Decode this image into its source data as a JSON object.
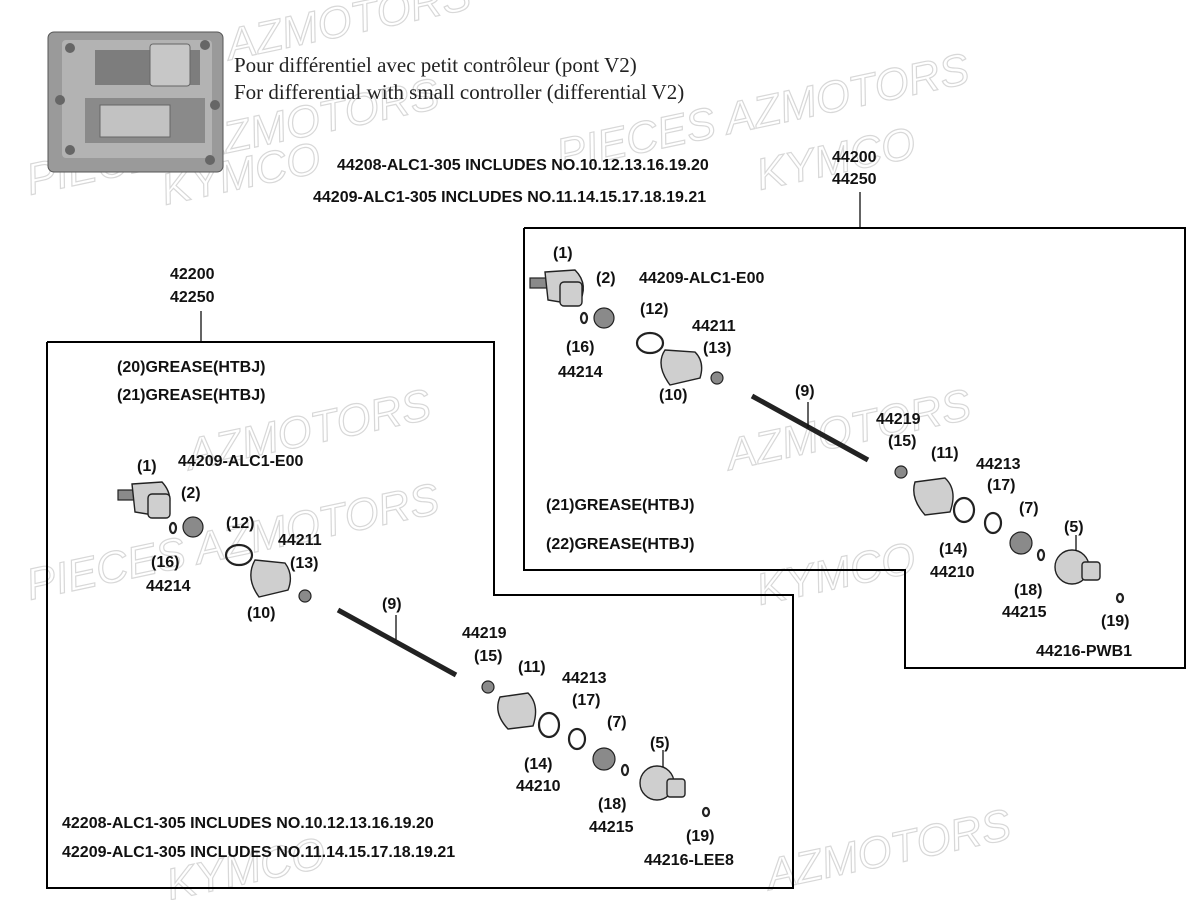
{
  "photo": {
    "caption_fr": "Pour différentiel avec petit contrôleur (pont V2)",
    "caption_en": "For differential with small controller (differential V2)"
  },
  "watermarks": [
    "AZMOTORS",
    "PIECES AZMOTORS",
    "KYMCO",
    "PIECES AZMOTORS",
    "KYMCO",
    "AZMOTORS",
    "PIECES AZMOTORS",
    "KYMCO",
    "AZMOTORS",
    "KYMCO",
    "AZMOTORS"
  ],
  "right_assembly": {
    "includes_1": "44208-ALC1-305 INCLUDES NO.10.12.13.16.19.20",
    "includes_2": "44209-ALC1-305 INCLUDES NO.11.14.15.17.18.19.21",
    "ref_top": "44200",
    "ref_bottom": "44250",
    "grease_1": "(21)GREASE(HTBJ)",
    "grease_2": "(22)GREASE(HTBJ)",
    "labels": {
      "n1": "(1)",
      "n2": "(2)",
      "p44209": "44209-ALC1-E00",
      "n12": "(12)",
      "p44211": "44211",
      "n13": "(13)",
      "n16": "(16)",
      "p44214": "44214",
      "n10": "(10)",
      "n9": "(9)",
      "p44219": "44219",
      "n15": "(15)",
      "n11": "(11)",
      "p44213": "44213",
      "n17": "(17)",
      "n7": "(7)",
      "n5": "(5)",
      "n14": "(14)",
      "p44210": "44210",
      "n18": "(18)",
      "p44215": "44215",
      "n19": "(19)",
      "p44216": "44216-PWB1"
    }
  },
  "left_assembly": {
    "ref_top": "42200",
    "ref_bottom": "42250",
    "grease_1": "(20)GREASE(HTBJ)",
    "grease_2": "(21)GREASE(HTBJ)",
    "includes_1": "42208-ALC1-305 INCLUDES NO.10.12.13.16.19.20",
    "includes_2": "42209-ALC1-305 INCLUDES NO.11.14.15.17.18.19.21",
    "labels": {
      "n1": "(1)",
      "p44209": "44209-ALC1-E00",
      "n2": "(2)",
      "n12": "(12)",
      "p44211": "44211",
      "n16": "(16)",
      "n13": "(13)",
      "p44214": "44214",
      "n10": "(10)",
      "n9": "(9)",
      "p44219": "44219",
      "n15": "(15)",
      "n11": "(11)",
      "p44213": "44213",
      "n17": "(17)",
      "n7": "(7)",
      "n14": "(14)",
      "n5": "(5)",
      "p44210": "44210",
      "n18": "(18)",
      "p44215": "44215",
      "n19": "(19)",
      "p44216": "44216-LEE8"
    }
  }
}
